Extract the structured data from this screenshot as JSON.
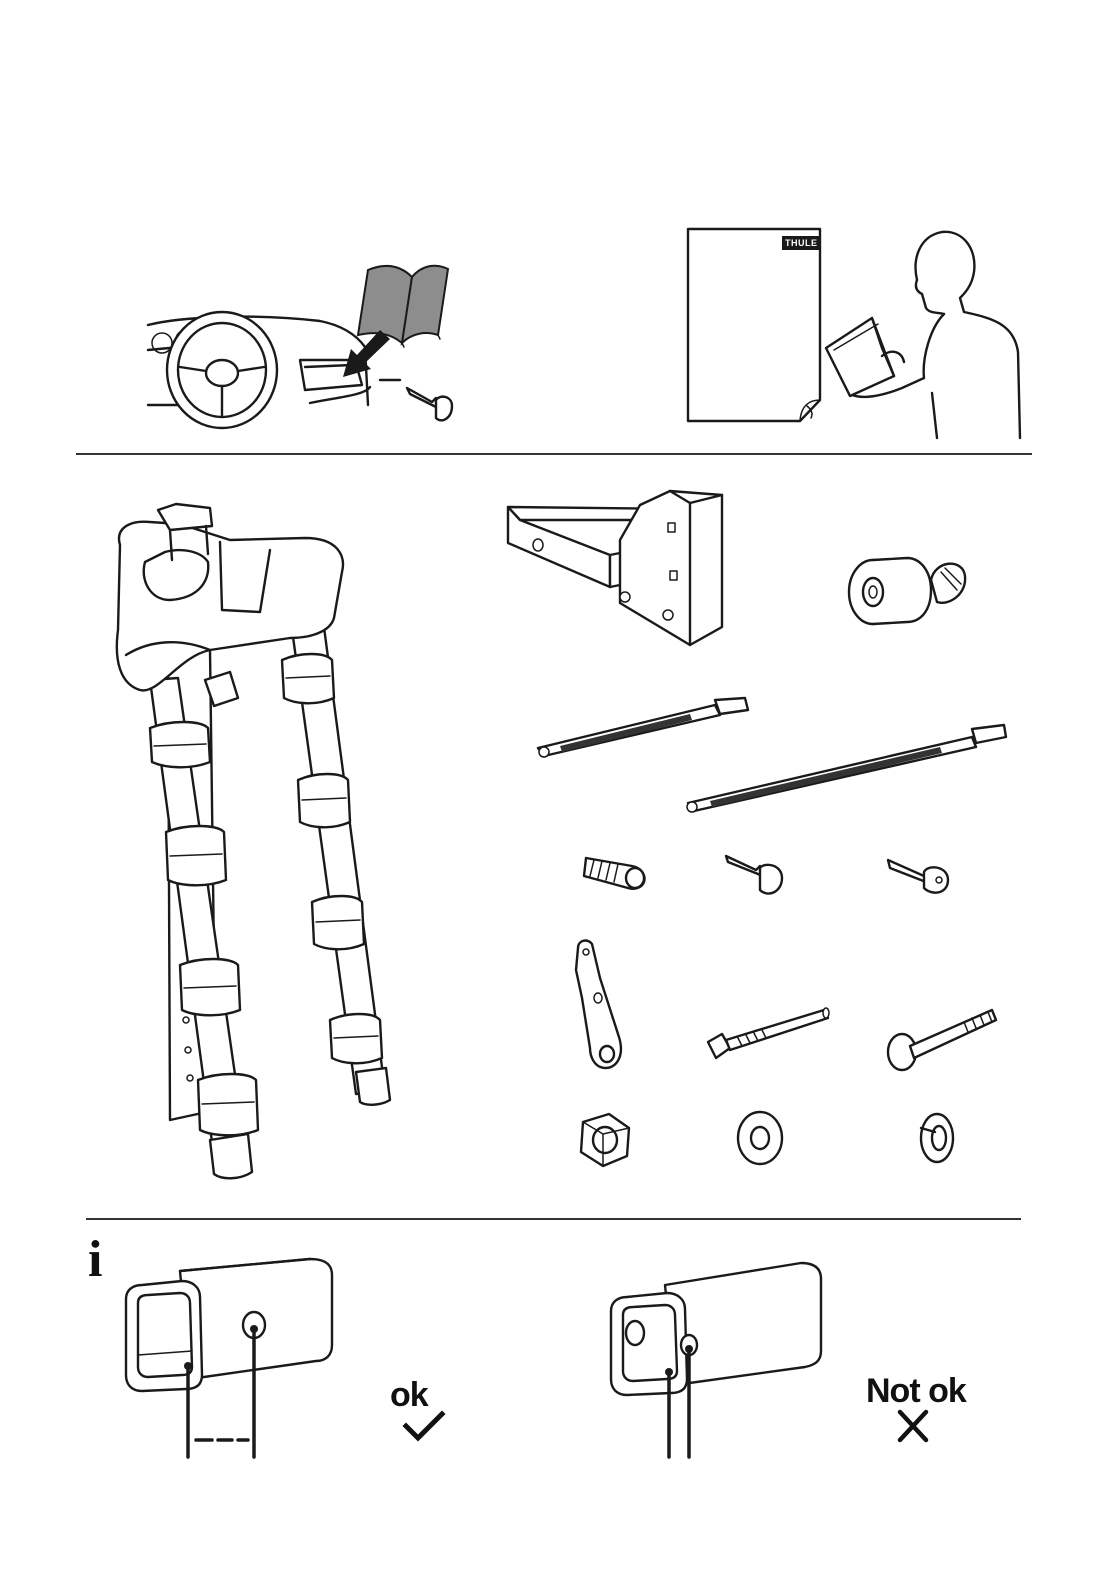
{
  "manual": {
    "brand_label": "THULE"
  },
  "info_section": {
    "icon": "info-icon",
    "ok_label": "ok",
    "not_ok_label": "Not ok",
    "ok_mark": "check-icon",
    "not_ok_mark": "cross-icon"
  },
  "colors": {
    "line": "#1a1a1a",
    "manual_fill": "#8d8d8d",
    "background": "#ffffff"
  }
}
